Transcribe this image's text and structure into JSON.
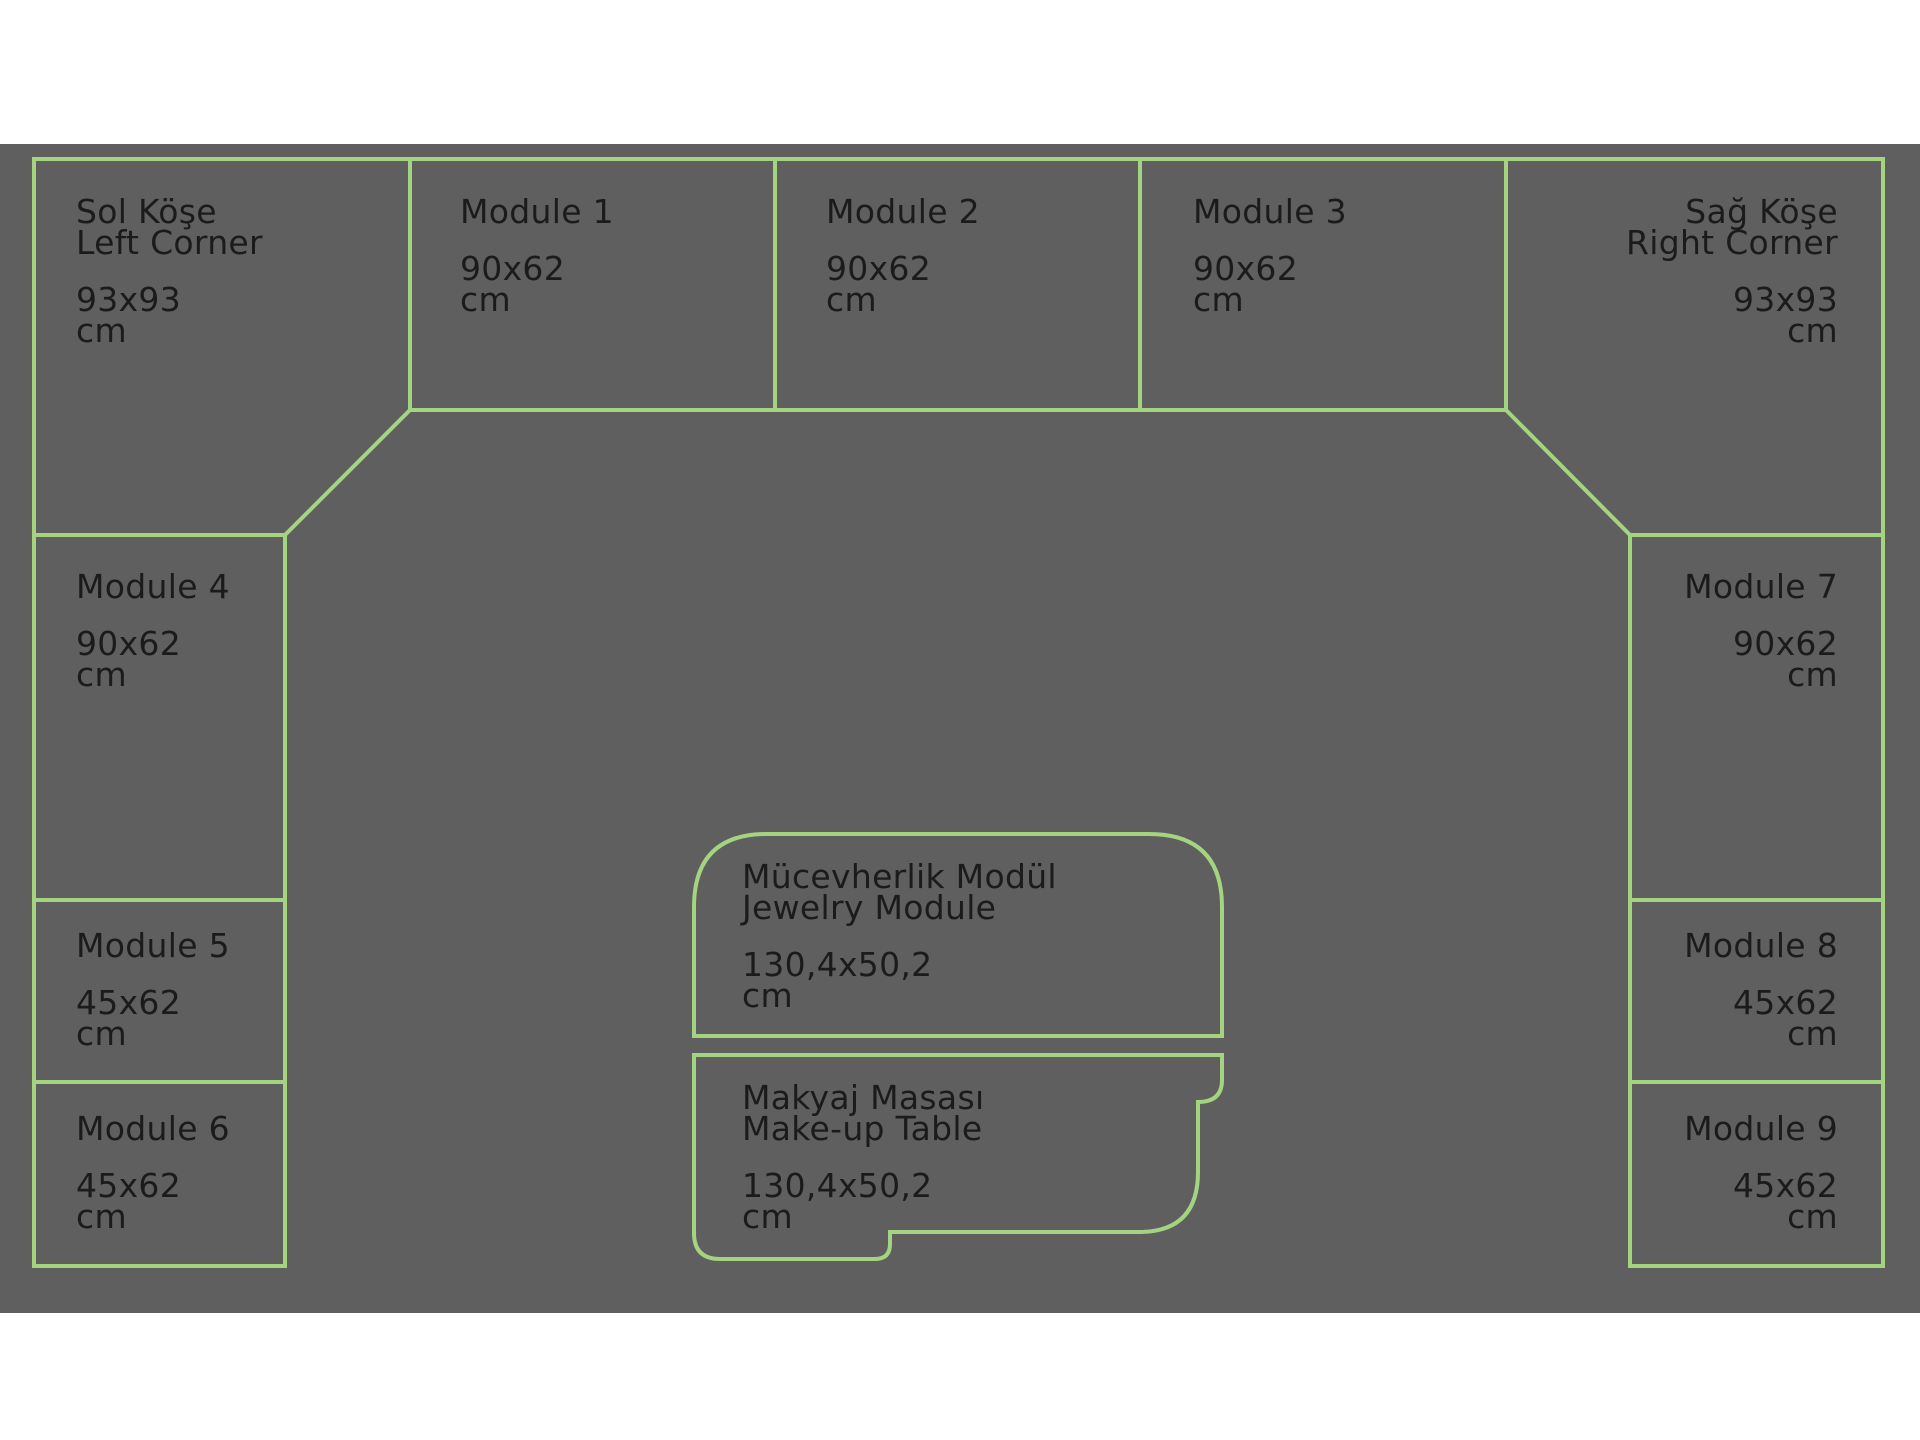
{
  "colors": {
    "background": "#5f5f5f",
    "outline": "#a4d47f",
    "text": "#1b1b1b"
  },
  "modules": {
    "left_corner": {
      "title": "Sol Köşe",
      "subtitle": "Left Corner",
      "size": "93x93",
      "unit": "cm"
    },
    "m1": {
      "title": "Module 1",
      "size": "90x62",
      "unit": "cm"
    },
    "m2": {
      "title": "Module 2",
      "size": "90x62",
      "unit": "cm"
    },
    "m3": {
      "title": "Module 3",
      "size": "90x62",
      "unit": "cm"
    },
    "right_corner": {
      "title": "Sağ Köşe",
      "subtitle": "Right Corner",
      "size": "93x93",
      "unit": "cm"
    },
    "m4": {
      "title": "Module 4",
      "size": "90x62",
      "unit": "cm"
    },
    "m5": {
      "title": "Module 5",
      "size": "45x62",
      "unit": "cm"
    },
    "m6": {
      "title": "Module 6",
      "size": "45x62",
      "unit": "cm"
    },
    "m7": {
      "title": "Module 7",
      "size": "90x62",
      "unit": "cm"
    },
    "m8": {
      "title": "Module 8",
      "size": "45x62",
      "unit": "cm"
    },
    "m9": {
      "title": "Module 9",
      "size": "45x62",
      "unit": "cm"
    },
    "jewelry": {
      "title": "Mücevherlik Modül",
      "subtitle": "Jewelry Module",
      "size": "130,4x50,2",
      "unit": "cm"
    },
    "makeup": {
      "title": "Makyaj Masası",
      "subtitle": "Make-up Table",
      "size": "130,4x50,2",
      "unit": "cm"
    }
  }
}
